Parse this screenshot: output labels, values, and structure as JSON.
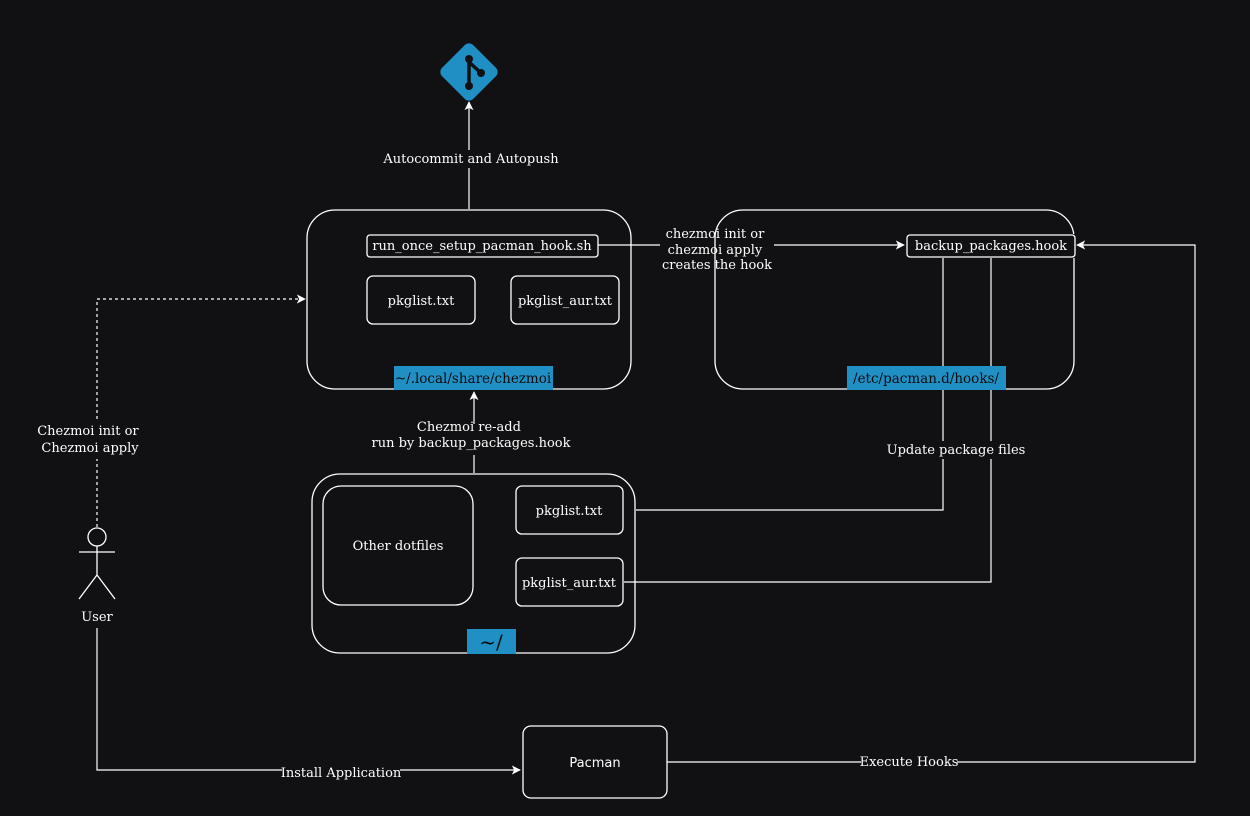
{
  "git_logo": {
    "icon": "git-logo-icon",
    "color": "#1f8fc4"
  },
  "containers": {
    "chezmoi_source": {
      "tag": "~/.local/share/chezmoi"
    },
    "pacman_hooks_dir": {
      "tag": "/etc/pacman.d/hooks/"
    },
    "home": {
      "tag": "~/"
    }
  },
  "files": {
    "setup_script": "run_once_setup_pacman_hook.sh",
    "source_pkglist": "pkglist.txt",
    "source_pkglist_aur": "pkglist_aur.txt",
    "hook_file": "backup_packages.hook",
    "other_dotfiles": "Other dotfiles",
    "home_pkglist": "pkglist.txt",
    "home_pkglist_aur": "pkglist_aur.txt",
    "pacman": "Pacman"
  },
  "actor": {
    "label": "User"
  },
  "edges": {
    "autocommit": "Autocommit and Autopush",
    "creates_hook": [
      "chezmoi init or",
      "chezmoi apply",
      "creates the hook"
    ],
    "readd": [
      "Chezmoi re-add",
      "run by backup_packages.hook"
    ],
    "user_apply": [
      "Chezmoi init or",
      "Chezmoi apply"
    ],
    "update_files": "Update package files",
    "install": "Install Application",
    "execute_hooks": "Execute Hooks"
  },
  "colors": {
    "background": "#111113",
    "foreground": "#ffffff",
    "accent": "#1f8fc4"
  }
}
